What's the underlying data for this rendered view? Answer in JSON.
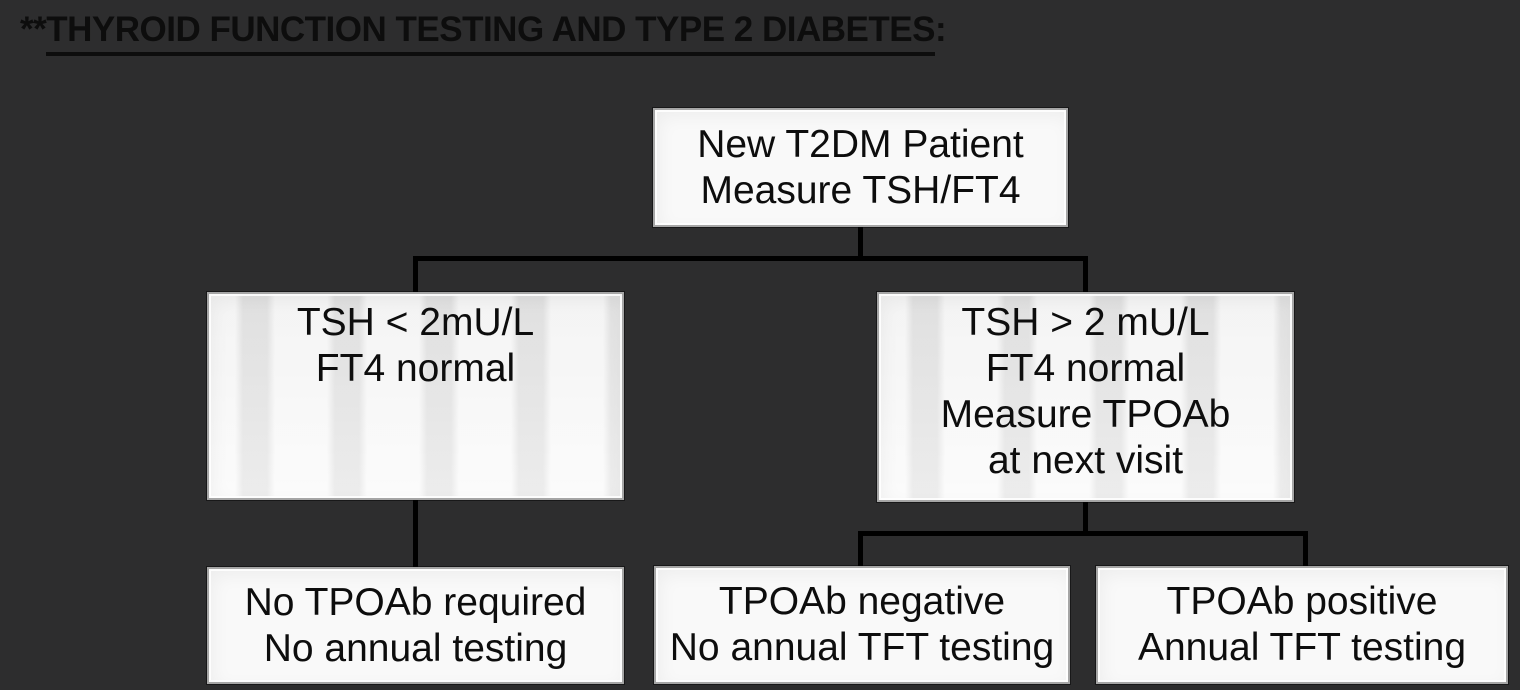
{
  "title": {
    "prefix": "**",
    "main": "THYROID FUNCTION TESTING AND TYPE 2 DIABETES",
    "suffix": ":"
  },
  "flowchart": {
    "type": "decision-tree",
    "nodes": {
      "root": {
        "lines": [
          "New T2DM Patient",
          "Measure TSH/FT4"
        ]
      },
      "tsh_low": {
        "lines": [
          "TSH < 2mU/L",
          "FT4 normal"
        ]
      },
      "tsh_high": {
        "lines": [
          "TSH > 2 mU/L",
          "FT4 normal",
          "Measure TPOAb",
          "at next visit"
        ]
      },
      "no_tpoab": {
        "lines": [
          "No TPOAb required",
          "No annual testing"
        ]
      },
      "tpoab_negative": {
        "lines": [
          "TPOAb negative",
          "No annual TFT testing"
        ]
      },
      "tpoab_positive": {
        "lines": [
          "TPOAb positive",
          "Annual TFT testing"
        ]
      }
    },
    "edges": [
      "root -> tsh_low",
      "root -> tsh_high",
      "tsh_low -> no_tpoab",
      "tsh_high -> tpoab_negative",
      "tsh_high -> tpoab_positive"
    ]
  },
  "colors": {
    "background": "#2d2d2e",
    "connector": "#000000",
    "box_border": "#a6a6a6",
    "box_fill": "#f9f9f9",
    "box_fill_shaded": "#ebebeb",
    "text": "#0d0d0d"
  }
}
